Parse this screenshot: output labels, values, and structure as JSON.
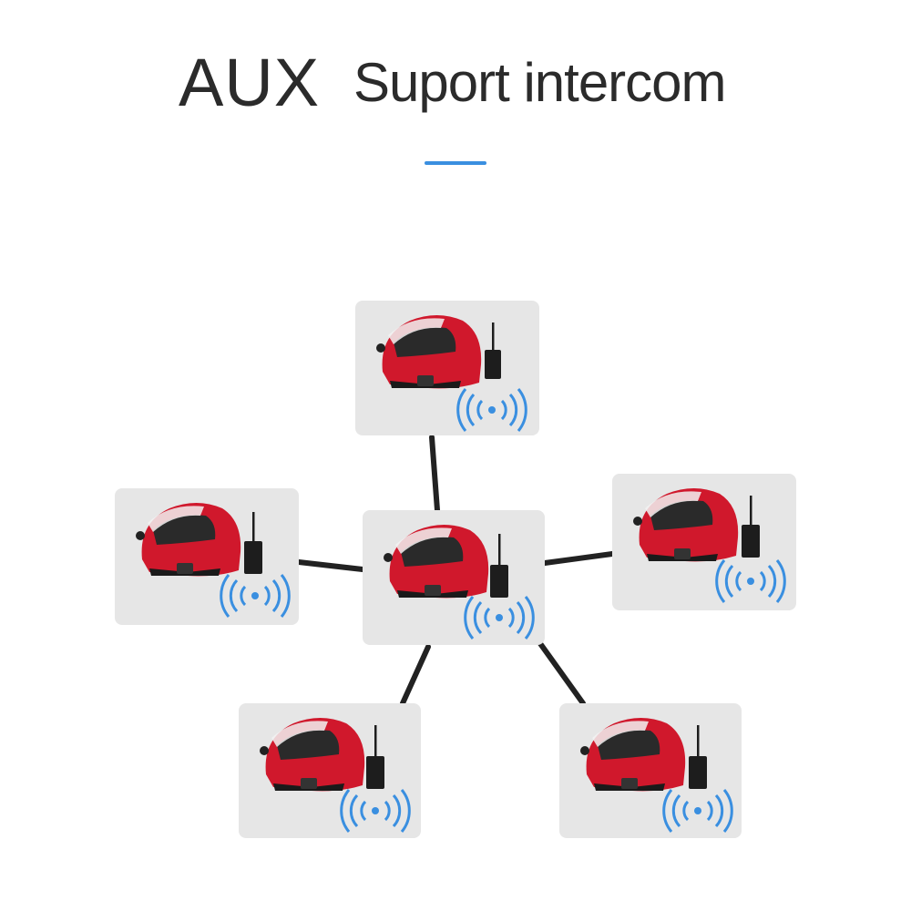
{
  "title": {
    "aux": "AUX",
    "subtitle": "Suport intercom"
  },
  "colors": {
    "accent": "#3a8fe0",
    "helmet": "#d0182c",
    "signal": "#3a8fe0",
    "node_bg": "#e6e6e6",
    "link": "#222222"
  },
  "nodes": [
    {
      "id": "top",
      "icon": "helmet-with-radio"
    },
    {
      "id": "left",
      "icon": "helmet-with-radio"
    },
    {
      "id": "center",
      "icon": "helmet-with-radio"
    },
    {
      "id": "right",
      "icon": "helmet-with-radio"
    },
    {
      "id": "bottom-left",
      "icon": "helmet-with-radio"
    },
    {
      "id": "bottom-right",
      "icon": "helmet-with-radio"
    }
  ],
  "links": [
    {
      "from": "center",
      "to": "top"
    },
    {
      "from": "center",
      "to": "left"
    },
    {
      "from": "center",
      "to": "right"
    },
    {
      "from": "center",
      "to": "bottom-left"
    },
    {
      "from": "center",
      "to": "bottom-right"
    }
  ]
}
